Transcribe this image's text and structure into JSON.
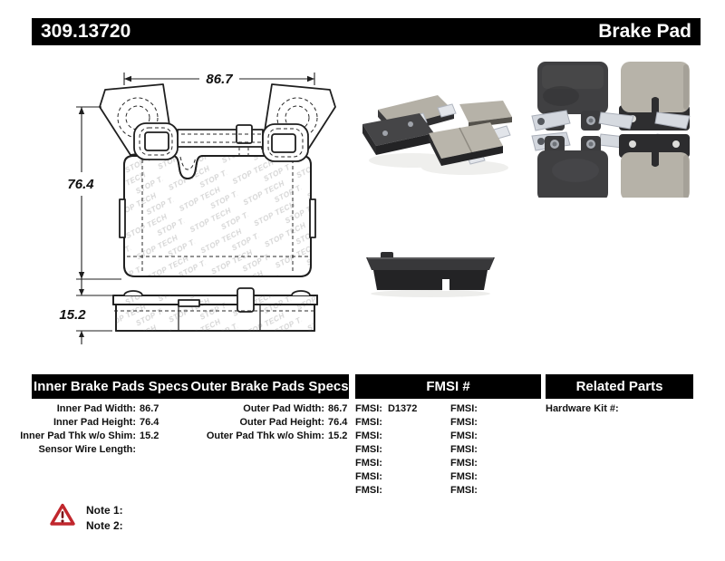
{
  "header": {
    "part_number": "309.13720",
    "product_type": "Brake Pad"
  },
  "drawing": {
    "front_width": "86.7",
    "front_height": "76.4",
    "side_thickness": "15.2",
    "watermark": "STOP TECH"
  },
  "table": {
    "inner_header": "Inner Brake Pads Specs",
    "outer_header": "Outer Brake Pads Specs",
    "fmsi_header": "FMSI #",
    "related_header": "Related Parts",
    "inner_rows": [
      {
        "label": "Inner Pad Width:",
        "value": "86.7"
      },
      {
        "label": "Inner Pad Height:",
        "value": "76.4"
      },
      {
        "label": "Inner Pad Thk w/o Shim:",
        "value": "15.2"
      },
      {
        "label": "Sensor Wire Length:",
        "value": ""
      }
    ],
    "outer_rows": [
      {
        "label": "Outer Pad Width:",
        "value": "86.7"
      },
      {
        "label": "Outer Pad Height:",
        "value": "76.4"
      },
      {
        "label": "Outer Pad Thk w/o Shim:",
        "value": "15.2"
      }
    ],
    "fmsi_col1": [
      {
        "label": "FMSI:",
        "value": "D1372"
      },
      {
        "label": "FMSI:",
        "value": ""
      },
      {
        "label": "FMSI:",
        "value": ""
      },
      {
        "label": "FMSI:",
        "value": ""
      },
      {
        "label": "FMSI:",
        "value": ""
      },
      {
        "label": "FMSI:",
        "value": ""
      },
      {
        "label": "FMSI:",
        "value": ""
      }
    ],
    "fmsi_col2": [
      {
        "label": "FMSI:",
        "value": ""
      },
      {
        "label": "FMSI:",
        "value": ""
      },
      {
        "label": "FMSI:",
        "value": ""
      },
      {
        "label": "FMSI:",
        "value": ""
      },
      {
        "label": "FMSI:",
        "value": ""
      },
      {
        "label": "FMSI:",
        "value": ""
      },
      {
        "label": "FMSI:",
        "value": ""
      }
    ],
    "related_rows": [
      {
        "label": "Hardware Kit #:",
        "value": ""
      }
    ]
  },
  "notes": {
    "items": [
      {
        "label": "Note 1:",
        "text": ""
      },
      {
        "label": "Note 2:",
        "text": ""
      }
    ]
  },
  "photos": {
    "angled_set": "brake-pad-set-angled",
    "flat_set": "brake-pad-set-flat",
    "profile": "brake-pad-profile"
  },
  "colors": {
    "bar": "#000000",
    "bar_text": "#ffffff",
    "warning_red": "#c1272d"
  }
}
